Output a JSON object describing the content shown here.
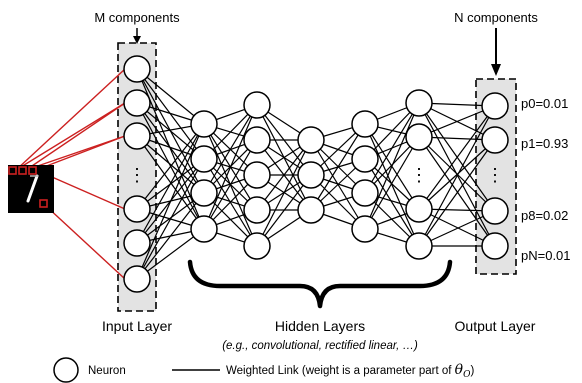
{
  "top_labels": {
    "input_count": "M components",
    "output_count": "N components"
  },
  "layer_labels": {
    "input": "Input Layer",
    "hidden": "Hidden Layers",
    "hidden_note": "(e.g., convolutional, rectified linear, …)",
    "output": "Output Layer"
  },
  "output_probs": [
    "p0=0.01",
    "p1=0.93",
    "p8=0.02",
    "pN=0.01"
  ],
  "ellipsis": "⋮",
  "legend": {
    "neuron": "Neuron",
    "link": "Weighted Link  (weight is a parameter part of ",
    "theta": "θ",
    "theta_sub": "O",
    "close": ")"
  },
  "colors": {
    "input_image_bg": "#000000",
    "image_pixel_links": "#cc2020",
    "layer_box_fill": "#e3e3e3",
    "neuron_fill": "#ffffff",
    "edges": "#000000"
  }
}
